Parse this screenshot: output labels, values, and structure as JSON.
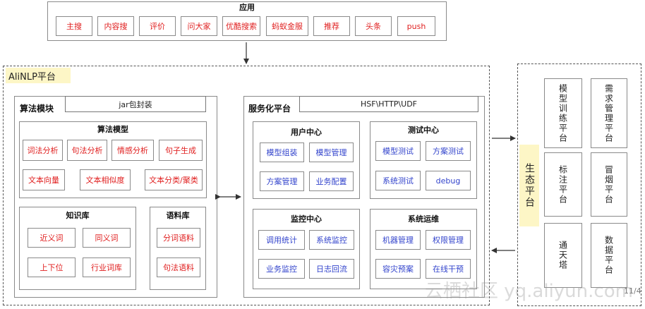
{
  "app": {
    "title": "应用",
    "items": [
      "主搜",
      "内容搜",
      "评价",
      "问大家",
      "优酷搜索",
      "蚂蚁金服",
      "推荐",
      "头条",
      "push"
    ]
  },
  "platform": {
    "label": "AliNLP平台"
  },
  "algo": {
    "title": "算法模块",
    "tab": "jar包封装",
    "model": {
      "title": "算法模型",
      "row1": [
        "词法分析",
        "句法分析",
        "情感分析",
        "句子生成"
      ],
      "row2": [
        "文本向量",
        "文本相似度",
        "文本分类/聚类"
      ]
    },
    "knowledge": {
      "title": "知识库",
      "items": [
        "近义词",
        "同义词",
        "上下位",
        "行业词库"
      ]
    },
    "corpus": {
      "title": "语料库",
      "items": [
        "分词语料",
        "句法语料"
      ]
    }
  },
  "service": {
    "title": "服务化平台",
    "tab": "HSF\\HTTP\\UDF",
    "user": {
      "title": "用户中心",
      "items": [
        "模型组装",
        "模型管理",
        "方案管理",
        "业务配置"
      ]
    },
    "test": {
      "title": "测试中心",
      "items": [
        "模型测试",
        "方案测试",
        "系统测试",
        "debug"
      ]
    },
    "monitor": {
      "title": "监控中心",
      "items": [
        "调用统计",
        "系统监控",
        "业务监控",
        "日志回流"
      ]
    },
    "ops": {
      "title": "系统运维",
      "items": [
        "机器管理",
        "权限管理",
        "容灾预案",
        "在线干预"
      ]
    }
  },
  "eco": {
    "label": "生态平台",
    "items": [
      "模型训练平台",
      "需求管理平台",
      "标注平台",
      "冒烟平台",
      "通天塔",
      "数据平台"
    ]
  },
  "footer": {
    "watermark": "云栖社区 yq.aliyun.com",
    "page": "11/4"
  },
  "colors": {
    "accent_red": "#e02020",
    "accent_blue": "#3344cc",
    "label_bg": "#fdf6c6"
  }
}
